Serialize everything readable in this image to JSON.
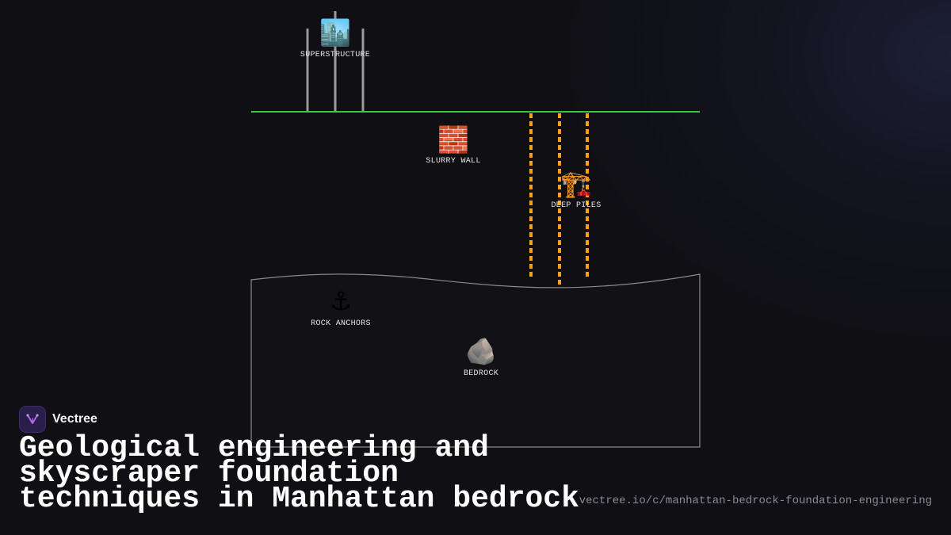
{
  "diagram": {
    "labels": {
      "superstructure": "SUPERSTRUCTURE",
      "slurry_wall": "SLURRY WALL",
      "deep_piles": "DEEP PILES",
      "rock_anchors": "ROCK ANCHORS",
      "bedrock": "BEDROCK"
    },
    "icons": {
      "superstructure": "🏙️",
      "slurry_wall": "🧱",
      "deep_piles": "🏗️",
      "rock_anchors": "⚓",
      "bedrock": "🪨"
    },
    "colors": {
      "ground_line": "#2ecc40",
      "piles": "#ff9f1a",
      "columns": "#9a9a9a",
      "bedrock_outline": "#8a8a8a"
    }
  },
  "branding": {
    "name": "Vectree",
    "title": "Geological engineering and skyscraper foundation techniques in Manhattan bedrock",
    "url": "vectree.io/c/manhattan-bedrock-foundation-engineering"
  }
}
